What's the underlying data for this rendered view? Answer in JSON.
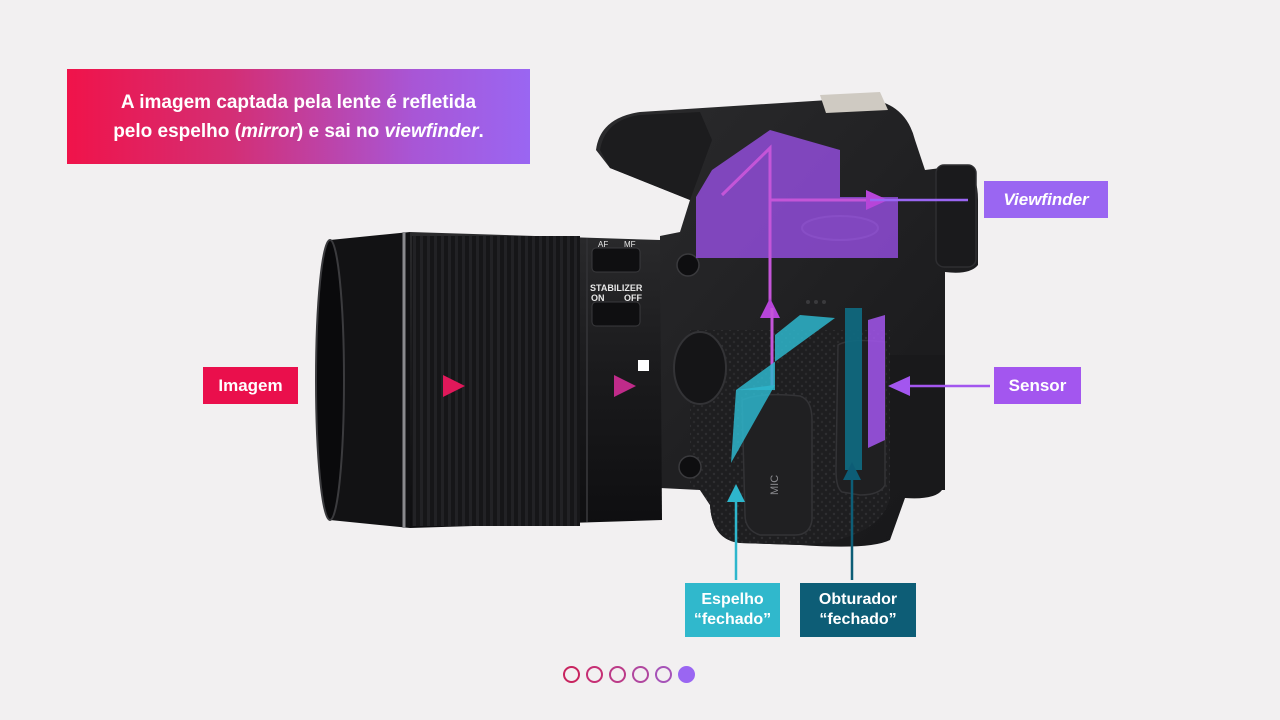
{
  "headline": {
    "line1": "A imagem captada pela lente é refletida",
    "line2_pre": "pelo espelho (",
    "line2_em1": "mirror",
    "line2_mid": ") e sai no ",
    "line2_em2": "viewfinder",
    "line2_post": "."
  },
  "labels": {
    "imagem": "Imagem",
    "viewfinder": "Viewfinder",
    "sensor": "Sensor",
    "espelho_line1": "Espelho",
    "espelho_line2": "“fechado”",
    "obturador_line1": "Obturador",
    "obturador_line2": "“fechado”"
  },
  "camera_markings": {
    "stabilizer": "STABILIZER",
    "on": "ON",
    "off": "OFF",
    "af": "AF",
    "mf": "MF",
    "mic": "MIC"
  },
  "pagination": {
    "total": 6,
    "current": 6
  },
  "colors": {
    "imagem": "#ea0f4c",
    "viewfinder": "#9a66f2",
    "sensor": "#a356ef",
    "espelho": "#30b8cc",
    "obturador": "#0d5d76"
  }
}
